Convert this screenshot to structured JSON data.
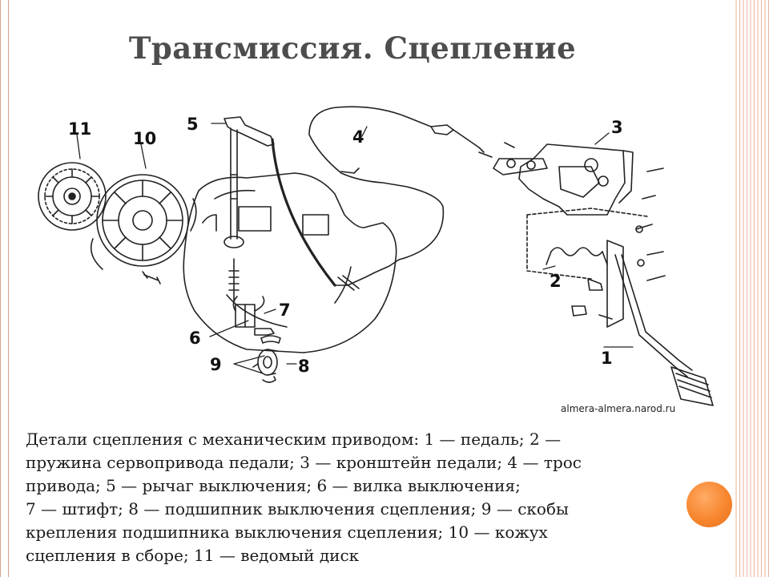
{
  "slide": {
    "title": "Трансмиссия. Сцепление",
    "caption_lines": [
      "Детали сцепления с механическим приводом: 1 — педаль; 2 —",
      "пружина сервопривода педали; 3 — кронштейн педали; 4 — трос",
      "привода; 5 — рычаг выключения; 6 — вилка выключения;",
      "7 — штифт; 8 — подшипник выключения сцепления; 9 — скобы",
      "крепления подшипника выключения сцепления; 10 — кожух",
      "сцепления в сборе; 11 — ведомый диск"
    ]
  },
  "diagram": {
    "watermark": "almera-almera.narod.ru",
    "callouts": {
      "c1": "1",
      "c2": "2",
      "c3": "3",
      "c4": "4",
      "c5": "5",
      "c6": "6",
      "c7": "7",
      "c8": "8",
      "c9": "9",
      "c10": "10",
      "c11": "11"
    }
  },
  "colors": {
    "border": "#d9a18d",
    "accent_circle": "#f7862e",
    "title": "#4d4d4d"
  }
}
